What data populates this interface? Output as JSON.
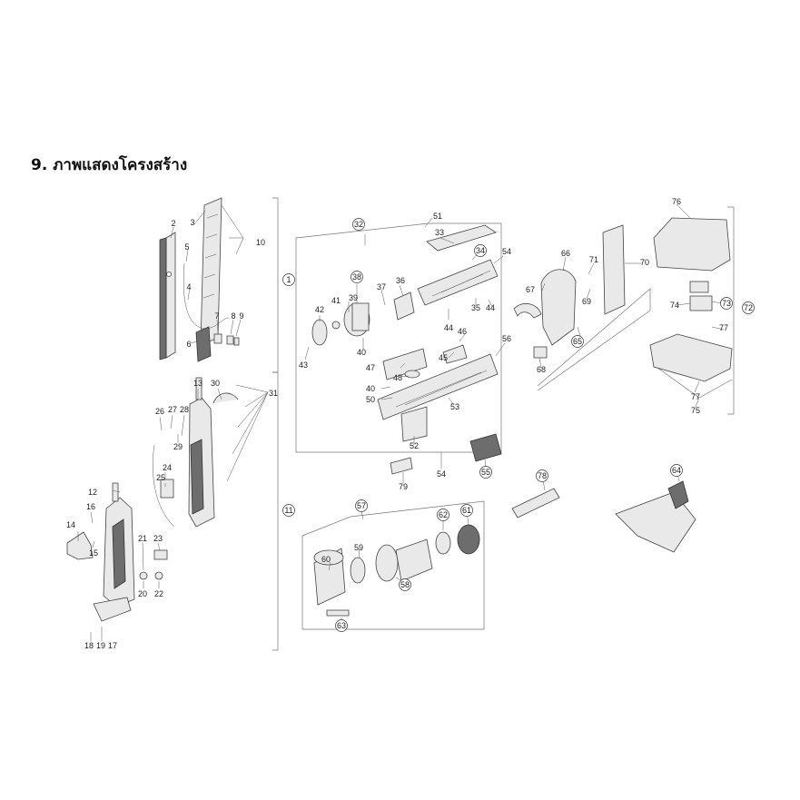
{
  "title": "9. ภาพแสดงโครงสร้าง",
  "labels": {
    "p1": "1",
    "p2": "2",
    "p3": "3",
    "p4": "4",
    "p5": "5",
    "p6": "6",
    "p7": "7",
    "p8": "8",
    "p9": "9",
    "p10": "10",
    "p11": "11",
    "p12": "12",
    "p13": "13",
    "p14": "14",
    "p15": "15",
    "p16": "16",
    "p17": "17",
    "p18": "18",
    "p19": "19",
    "p20": "20",
    "p21": "21",
    "p22": "22",
    "p23": "23",
    "p24": "24",
    "p25": "25",
    "p26": "26",
    "p27": "27",
    "p28": "28",
    "p29": "29",
    "p30": "30",
    "p31": "31",
    "p32": "32",
    "p33": "33",
    "p34": "34",
    "p35": "35",
    "p36": "36",
    "p37": "37",
    "p38": "38",
    "p39": "39",
    "p40": "40",
    "p41": "41",
    "p42": "42",
    "p43": "43",
    "p44": "44",
    "p45": "45",
    "p46": "46",
    "p47": "47",
    "p48": "48",
    "p50": "50",
    "p51": "51",
    "p52": "52",
    "p53": "53",
    "p54": "54",
    "p55": "55",
    "p56": "56",
    "p57": "57",
    "p58": "58",
    "p59": "59",
    "p60": "60",
    "p61": "61",
    "p62": "62",
    "p63": "63",
    "p64": "64",
    "p65": "65",
    "p66": "66",
    "p67": "67",
    "p68": "68",
    "p69": "69",
    "p70": "70",
    "p71": "71",
    "p72": "72",
    "p73": "73",
    "p74": "74",
    "p75": "75",
    "p76": "76",
    "p77": "77",
    "p78": "78",
    "p79": "79"
  }
}
